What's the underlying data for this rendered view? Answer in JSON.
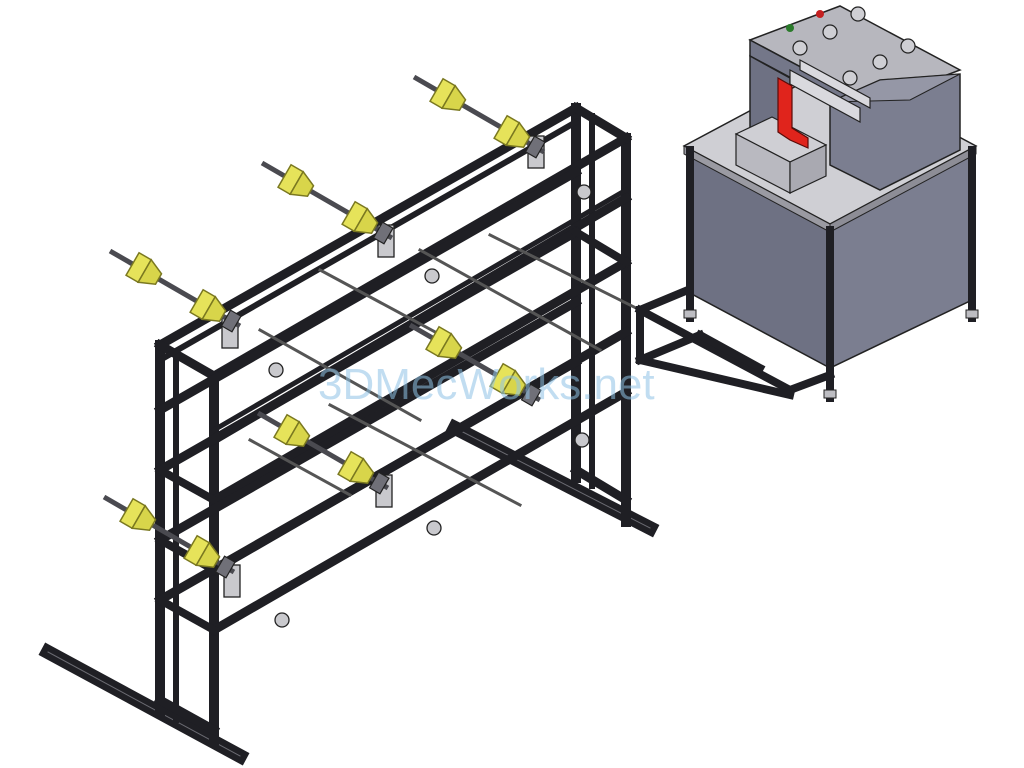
{
  "watermark": {
    "text": "3DMecWorks.net",
    "color": "#8fc3e6"
  },
  "colors": {
    "frame": "#1f1f24",
    "frame_edge": "#6b6b72",
    "cabinet_side": "#6e7183",
    "cabinet_front": "#7b7e90",
    "cabinet_top": "#cfcfd4",
    "cone_yellow": "#e6e35a",
    "cone_yellow_dark": "#a9a72c",
    "red_part": "#e0241c",
    "shaft": "#4a4a50"
  },
  "icons": [
    "unwind-rack-frame",
    "payoff-spindle-cone",
    "cutting-machine-cabinet",
    "red-blade-guide"
  ]
}
